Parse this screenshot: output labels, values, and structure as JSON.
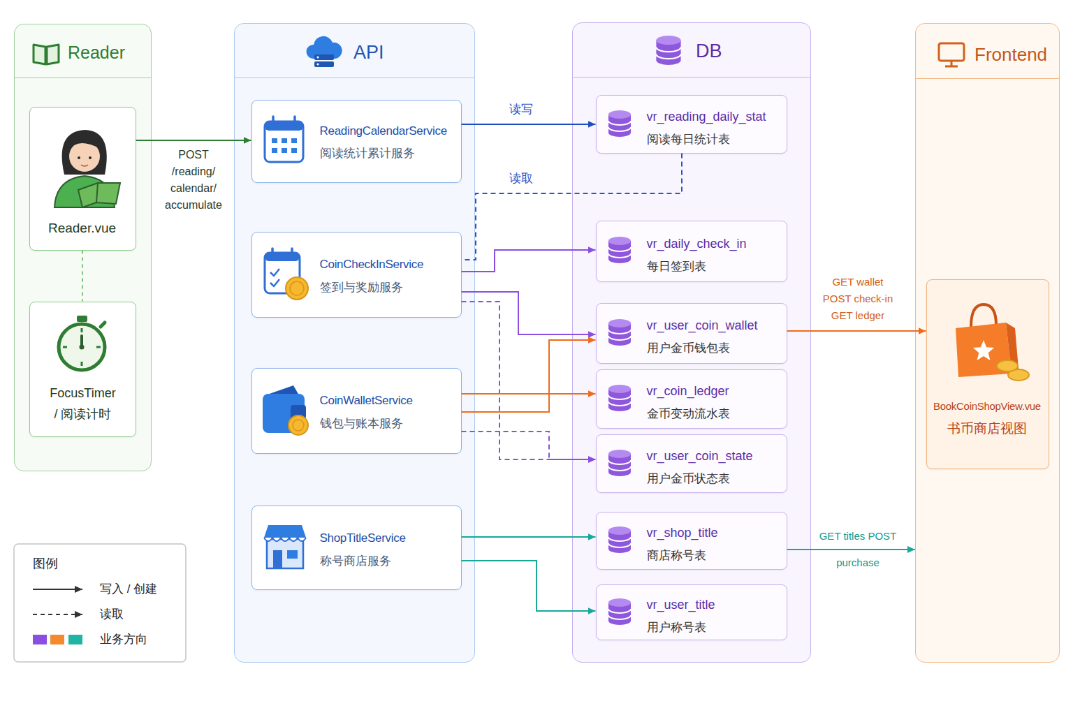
{
  "diagram": {
    "nodes": [
      {
        "text": [
          "Reader"
        ]
      },
      {
        "text": [
          "Reader.vue"
        ],
        "in": 0
      },
      {
        "text": [
          "FocusTimer / 阅读计时"
        ],
        "in": 0
      },
      {
        "text": [
          "API"
        ]
      },
      {
        "text": [
          "ReadingCalendarService",
          "阅读统计累计服务"
        ],
        "in": 3
      },
      {
        "text": [
          "CoinCheckInService",
          "签到与奖励服务"
        ],
        "in": 3
      },
      {
        "text": [
          "CoinWalletService",
          "钱包与账本服务"
        ],
        "in": 3
      },
      {
        "text": [
          "ShopTitleService",
          "称号商店服务"
        ],
        "in": 3
      },
      {
        "text": [
          "DB"
        ]
      },
      {
        "text": [
          "vr_reading_daily_stat",
          "阅读每日统计表"
        ],
        "in": 8
      },
      {
        "text": [
          "vr_daily_check_in",
          "每日签到表"
        ],
        "in": 8
      },
      {
        "text": [
          "vr_user_coin_wallet",
          "用户金币钱包表"
        ],
        "in": 8
      },
      {
        "text": [
          "vr_coin_ledger",
          "金币变动流水表"
        ],
        "in": 8
      },
      {
        "text": [
          "vr_user_coin_state",
          "用户金币状态表"
        ],
        "in": 8
      },
      {
        "text": [
          "vr_shop_title",
          "商店称号表"
        ],
        "in": 8
      },
      {
        "text": [
          "vr_user_title",
          "用户称号表"
        ],
        "in": 8
      },
      {
        "text": [
          "Frontend"
        ]
      },
      {
        "text": [
          "BookCoinShopView.vue",
          "书币商店视图"
        ],
        "in": 16
      }
    ],
    "edges": [
      {
        "from": 1,
        "to": 2,
        "arrow": "none"
      },
      {
        "from": 1,
        "to": 4,
        "label": "POST /reading/ calendar/ accumulate",
        "arrow": "to"
      },
      {
        "from": 4,
        "to": 9,
        "label": "读写",
        "arrow": "to"
      },
      {
        "from": 9,
        "to": 5,
        "label": "读取",
        "arrow": "none"
      },
      {
        "from": 5,
        "to": 10,
        "arrow": "to"
      },
      {
        "from": 5,
        "to": 11,
        "arrow": "to"
      },
      {
        "from": 5,
        "to": 13,
        "arrow": "to"
      },
      {
        "from": 6,
        "to": 12,
        "arrow": "to"
      },
      {
        "from": 6,
        "to": 11,
        "arrow": "to"
      },
      {
        "from": 6,
        "to": 13,
        "arrow": "to"
      },
      {
        "from": 7,
        "to": 14,
        "arrow": "to"
      },
      {
        "from": 7,
        "to": 15,
        "arrow": "to"
      },
      {
        "from": 11,
        "to": 17,
        "label": "GET wallet POST check-in GET ledger",
        "arrow": "to"
      },
      {
        "from": 14,
        "to": 16,
        "label": "GET titles POST purchase",
        "arrow": "to"
      }
    ],
    "labels": [
      "图例"
    ],
    "legend": [
      {
        "text": "写入 / 创建"
      },
      {
        "text": "读取"
      },
      {
        "text": "业务方向",
        "color": "#8a4fe0"
      }
    ]
  }
}
